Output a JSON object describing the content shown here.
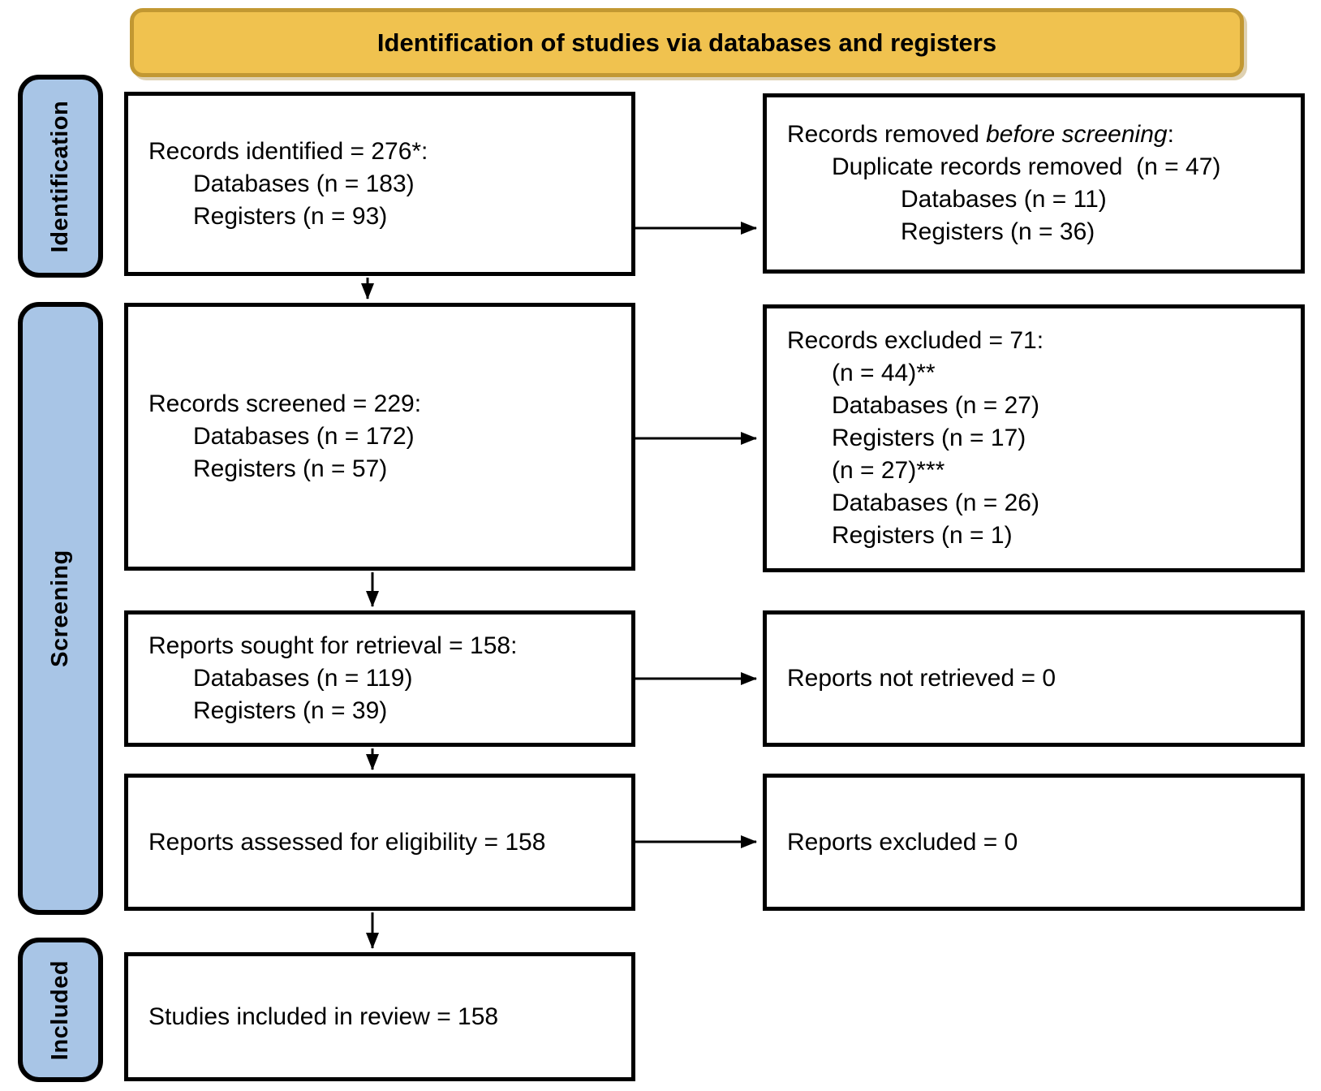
{
  "title": "Identification of studies via databases and registers",
  "colors": {
    "banner_fill": "#F0C24F",
    "banner_border": "#C29832",
    "stage_fill": "#A8C5E6",
    "box_border": "#000000",
    "arrow": "#000000"
  },
  "stages": [
    {
      "label": "Identification"
    },
    {
      "label": "Screening"
    },
    {
      "label": "Included"
    }
  ],
  "boxes": {
    "records_identified": {
      "lines": [
        "Records identified = 276*:",
        "Databases (n = 183)",
        "Registers (n = 93)"
      ]
    },
    "records_removed": {
      "title_parts": [
        "Records removed ",
        "before screening",
        ":"
      ],
      "lines": [
        "Duplicate records removed  (n = 47)",
        "Databases (n = 11)",
        "Registers (n = 36)"
      ]
    },
    "records_screened": {
      "lines": [
        "Records screened = 229:",
        "Databases (n = 172)",
        "Registers (n = 57)"
      ]
    },
    "records_excluded": {
      "lines": [
        "Records excluded = 71:",
        "(n = 44)**",
        "Databases (n = 27)",
        "Registers (n = 17)",
        "(n = 27)***",
        "Databases (n = 26)",
        "Registers (n = 1)"
      ]
    },
    "reports_sought": {
      "lines": [
        "Reports sought for retrieval = 158:",
        "Databases (n = 119)",
        "Registers (n = 39)"
      ]
    },
    "reports_not_retrieved": {
      "lines": [
        "Reports not retrieved = 0"
      ]
    },
    "reports_assessed": {
      "lines": [
        "Reports assessed for eligibility = 158"
      ]
    },
    "reports_excluded": {
      "lines": [
        "Reports excluded = 0"
      ]
    },
    "studies_included": {
      "lines": [
        "Studies included in review = 158"
      ]
    }
  }
}
